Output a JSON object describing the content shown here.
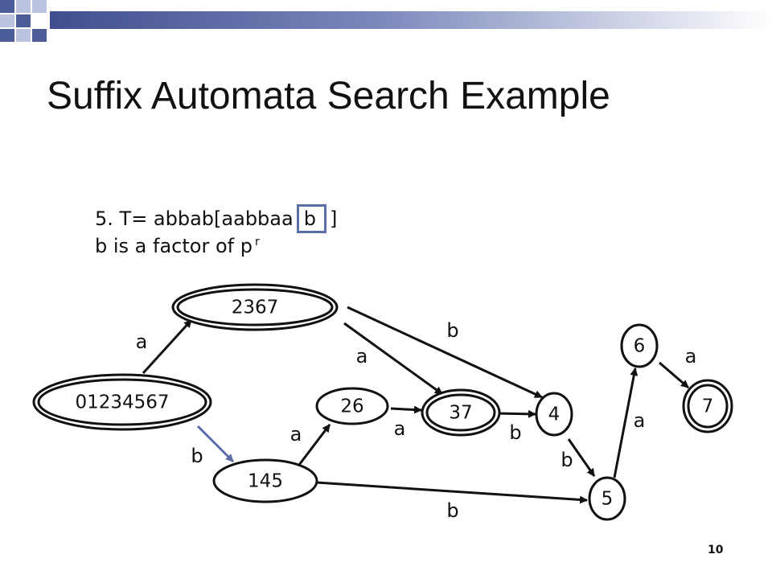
{
  "slide": {
    "title": "Suffix Automata Search Example",
    "text_prefix": "5. T= abbab[aabbaa",
    "text_boxed": "b",
    "text_suffix": "]",
    "line2": "b is a factor of p",
    "line2_sup": "r",
    "page_number": "10"
  },
  "automaton": {
    "states": [
      {
        "id": "s0",
        "label": "01234567",
        "final": true
      },
      {
        "id": "s1",
        "label": "2367",
        "final": true
      },
      {
        "id": "s2",
        "label": "145",
        "final": false
      },
      {
        "id": "s3",
        "label": "26",
        "final": false
      },
      {
        "id": "s4",
        "label": "37",
        "final": true
      },
      {
        "id": "s5",
        "label": "4",
        "final": false
      },
      {
        "id": "s6",
        "label": "5",
        "final": false
      },
      {
        "id": "s7",
        "label": "6",
        "final": false
      },
      {
        "id": "s8",
        "label": "7",
        "final": true
      }
    ],
    "transitions": [
      {
        "from": "s0",
        "to": "s1",
        "label": "a"
      },
      {
        "from": "s0",
        "to": "s2",
        "label": "b",
        "highlighted": true
      },
      {
        "from": "s1",
        "to": "s4",
        "label": "a"
      },
      {
        "from": "s1",
        "to": "s5",
        "label": "b"
      },
      {
        "from": "s2",
        "to": "s3",
        "label": "a"
      },
      {
        "from": "s2",
        "to": "s6",
        "label": "b"
      },
      {
        "from": "s3",
        "to": "s4",
        "label": "a"
      },
      {
        "from": "s4",
        "to": "s5",
        "label": "b"
      },
      {
        "from": "s5",
        "to": "s6",
        "label": "b"
      },
      {
        "from": "s6",
        "to": "s7",
        "label": "a"
      },
      {
        "from": "s7",
        "to": "s8",
        "label": "a"
      }
    ]
  },
  "colors": {
    "highlight": "#5b6ea6",
    "ink": "#111111",
    "deco_blue": "#4d5d9a",
    "deco_light": "#bcc3de"
  }
}
